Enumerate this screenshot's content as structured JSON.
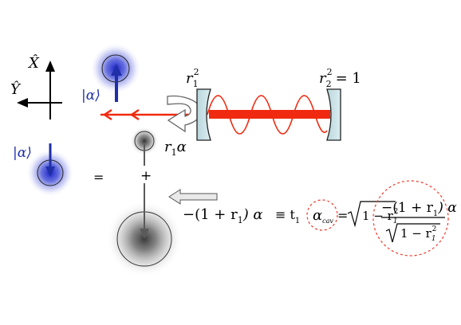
{
  "axes": {
    "vertical_label": "X̂",
    "horizontal_label": "Ŷ"
  },
  "states": {
    "reflected_ket": "|α⟩",
    "input_ket": "|α⟩"
  },
  "cavity": {
    "mirror1_label_base": "r",
    "mirror1_label_sub": "1",
    "mirror1_label_sup": "2",
    "mirror2_label_base": "r",
    "mirror2_label_sub": "2",
    "mirror2_label_sup": "2",
    "mirror2_label_value": "= 1",
    "reflection_label_base": "r",
    "reflection_label_sub": "1",
    "reflection_label_alpha": "α"
  },
  "decomposition": {
    "equals": "=",
    "plus": "+"
  },
  "equation": {
    "lhs": "−(1 + r",
    "lhs_sub": "1",
    "lhs_tail": ") α",
    "equiv": "≡ t",
    "equiv_sub": "1",
    "alpha_cav": "α",
    "alpha_cav_sub": "cav",
    "eq_sign": "=",
    "sqrt_term": "1 − r",
    "sqrt_sub": "1",
    "sqrt_sup": "2",
    "frac_num": "−(1 + r",
    "frac_num_sub": "1",
    "frac_num_tail": ") α",
    "frac_den": "1 − r",
    "frac_den_sub": "1",
    "frac_den_sup": "2"
  },
  "colors": {
    "blue": "#1f2fa8",
    "red": "#f02a10",
    "mirror": "#c9e0e6",
    "gray_arrow": "#5a5a5a",
    "dashed_circle": "#f03a2a"
  }
}
